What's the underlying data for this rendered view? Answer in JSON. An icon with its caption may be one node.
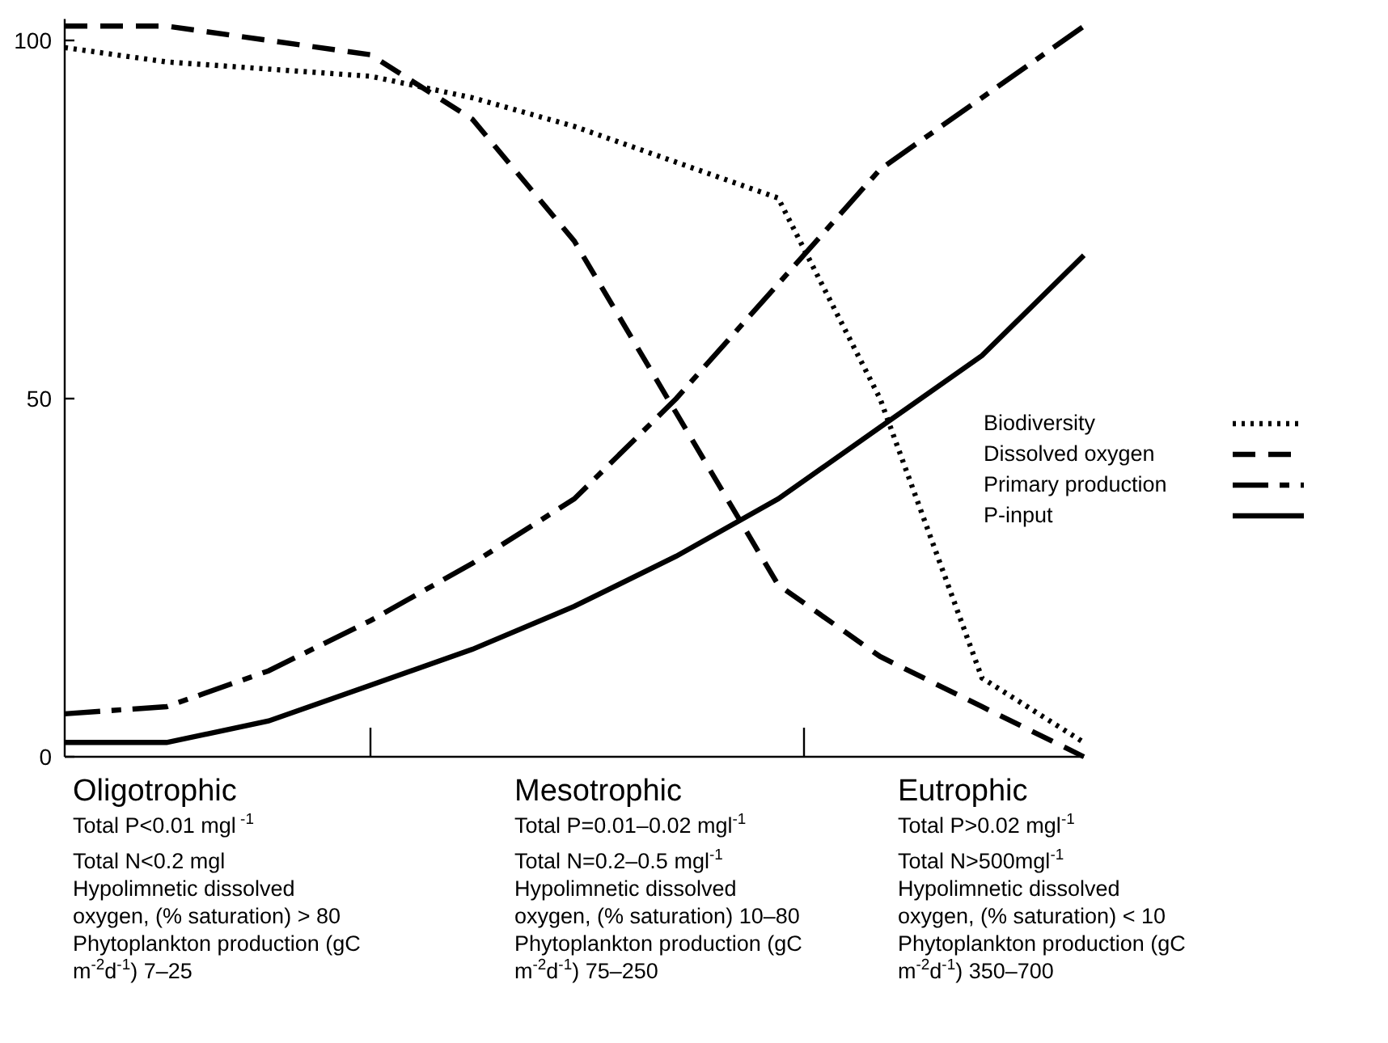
{
  "diagram": {
    "labels": [
      "Oligotrophic",
      "Total P<0.01 mgl$^{ -1}$",
      "Total N<0.2 mgl",
      "Hypolimnetic dissolved oxygen, (% saturation) > 80",
      "Phytoplankton production (gC m$^{-2}$d$^{-1}$) 7–25",
      "Mesotrophic",
      "Total P=0.01–0.02 mgl$^{-1}$",
      "Total N=0.2–0.5 mgl$^{-1}$",
      "Hypolimnetic dissolved oxygen, (% saturation) 10–80",
      "Phytoplankton production (gC m$^{-2}$d$^{-1}$) 75–250",
      "Eutrophic",
      "Total P>0.02 mgl$^{-1}$",
      "Total N>500mgl$^{-1}$",
      "Hypolimnetic dissolved oxygen, (% saturation) < 10",
      "Phytoplankton production (gC m$^{-2}$d$^{-1}$) 350–700"
    ],
    "chart_data": {
      "type": "line",
      "categories": [
        null,
        null,
        null,
        null,
        null,
        null,
        null,
        null,
        null,
        null,
        null
      ],
      "ylim": [
        0,
        103
      ],
      "yticks": [
        0,
        50,
        100
      ],
      "series": [
        {
          "name": "Biodiversity",
          "color": "#000000",
          "line_style": "dotted",
          "values": [
            99,
            97,
            96,
            95,
            92,
            88,
            83,
            78,
            50,
            11,
            2
          ]
        },
        {
          "name": "Dissolved oxygen",
          "color": "#000000",
          "line_style": "dashed",
          "values": [
            102,
            102,
            100,
            98,
            89,
            72,
            48,
            24,
            14,
            7,
            0
          ]
        },
        {
          "name": "Primary production",
          "color": "#000000",
          "line_style": "dashdot",
          "values": [
            6,
            7,
            12,
            19,
            27,
            36,
            50,
            66,
            82,
            92,
            102
          ]
        },
        {
          "name": "P-input",
          "color": "#000000",
          "line_style": "solid",
          "values": [
            2,
            2,
            5,
            10,
            15,
            21,
            28,
            36,
            46,
            56,
            70
          ]
        }
      ]
    }
  }
}
